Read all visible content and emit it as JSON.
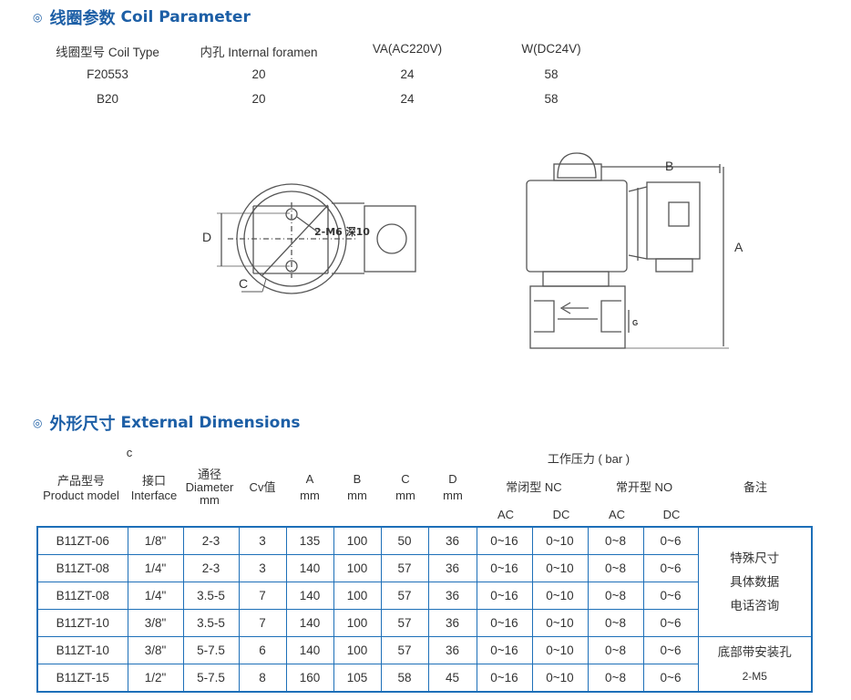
{
  "coil_section": {
    "title_cn": "线圈参数",
    "title_en": "Coil Parameter",
    "headers": [
      "线圈型号 Coil Type",
      "内孔 Internal foramen",
      "VA(AC220V)",
      "W(DC24V)"
    ],
    "rows": [
      [
        "F20553",
        "20",
        "24",
        "58"
      ],
      [
        "B20",
        "20",
        "24",
        "58"
      ]
    ]
  },
  "drawing": {
    "left_labels": {
      "d": "D",
      "c": "C",
      "callout": "2-M6 深10"
    },
    "right_labels": {
      "a": "A",
      "b": "B",
      "g": "G"
    }
  },
  "dims_section": {
    "title_cn": "外形尺寸",
    "title_en": "External Dimensions",
    "stray_c": "c",
    "pressure_header": "工作压力 ( bar )",
    "nc_header": "常闭型 NC",
    "no_header": "常开型 NO",
    "product_header_cn": "产品型号",
    "product_header_en": "Product model",
    "interface_header_cn": "接口",
    "interface_header_en": "Interface",
    "diameter_header_cn": "通径",
    "diameter_header_en": "Diameter",
    "diameter_unit": "mm",
    "cv_header": "Cv值",
    "a_header": "A",
    "b_header": "B",
    "c_header": "C",
    "d_header": "D",
    "unit_mm": "mm",
    "ac_label": "AC",
    "dc_label": "DC",
    "note_header": "备注",
    "rows": [
      [
        "B11ZT-06",
        "1/8\"",
        "2-3",
        "3",
        "135",
        "100",
        "50",
        "36",
        "0~16",
        "0~10",
        "0~8",
        "0~6"
      ],
      [
        "B11ZT-08",
        "1/4\"",
        "2-3",
        "3",
        "140",
        "100",
        "57",
        "36",
        "0~16",
        "0~10",
        "0~8",
        "0~6"
      ],
      [
        "B11ZT-08",
        "1/4\"",
        "3.5-5",
        "7",
        "140",
        "100",
        "57",
        "36",
        "0~16",
        "0~10",
        "0~8",
        "0~6"
      ],
      [
        "B11ZT-10",
        "3/8\"",
        "3.5-5",
        "7",
        "140",
        "100",
        "57",
        "36",
        "0~16",
        "0~10",
        "0~8",
        "0~6"
      ],
      [
        "B11ZT-10",
        "3/8\"",
        "5-7.5",
        "6",
        "140",
        "100",
        "57",
        "36",
        "0~16",
        "0~10",
        "0~8",
        "0~6"
      ],
      [
        "B11ZT-15",
        "1/2\"",
        "5-7.5",
        "8",
        "160",
        "105",
        "58",
        "45",
        "0~16",
        "0~10",
        "0~8",
        "0~6"
      ]
    ],
    "note_lines": [
      "特殊尺寸",
      "具体数据",
      "电话咨询"
    ],
    "note_lines2": [
      "底部带安装孔",
      "2-M5"
    ]
  }
}
